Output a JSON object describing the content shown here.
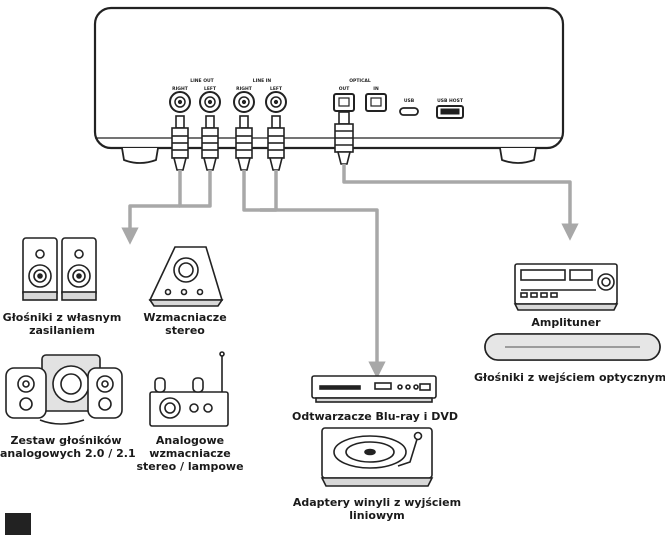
{
  "device_ports": {
    "line_out": "LINE OUT",
    "line_in": "LINE IN",
    "optical": "OPTICAL",
    "right_1": "RIGHT",
    "left_1": "LEFT",
    "right_2": "RIGHT",
    "left_2": "LEFT",
    "out": "OUT",
    "in": "IN",
    "usb": "USB",
    "usb_host": "USB HOST"
  },
  "labels": {
    "powered_speakers": [
      "Głośniki z własnym",
      "zasilaniem"
    ],
    "stereo_amps": [
      "Wzmacniacze",
      "stereo"
    ],
    "analog_speaker_set": [
      "Zestaw głośników",
      "analogowych 2.0 / 2.1"
    ],
    "analog_amps": [
      "Analogowe",
      "wzmacniacze",
      "stereo / lampowe"
    ],
    "bluray_dvd": "Odtwarzacze Blu-ray i DVD",
    "vinyl": [
      "Adaptery winyli z wyjściem",
      "liniowym"
    ],
    "amplituner": "Amplituner",
    "optical_speakers": "Głośniki z wejściem optycznym"
  },
  "colors": {
    "line": "#222222",
    "arrow": "#a8a8a8",
    "fill": "#ffffff"
  }
}
